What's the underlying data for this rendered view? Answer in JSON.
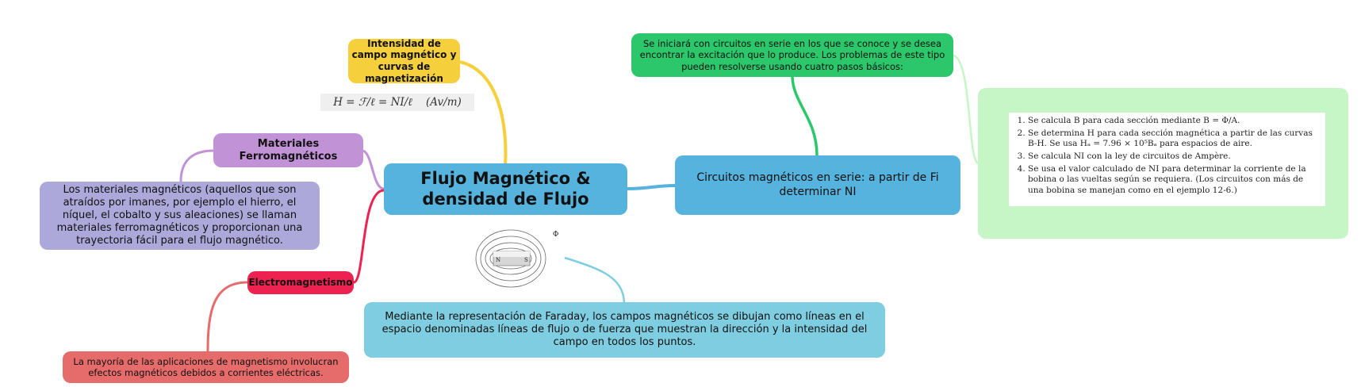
{
  "central": {
    "title": "Flujo Magnético & densidad de Flujo"
  },
  "intensidad": {
    "label": "Intensidad de campo magnético y curvas de magnetización",
    "formula": "H = ℱ/ℓ = NI/ℓ    (Av/m)"
  },
  "materiales": {
    "label": "Materiales Ferromagnéticos",
    "description": "Los materiales magnéticos (aquellos que son atraídos por imanes, por ejemplo el hierro, el níquel, el cobalto y sus aleaciones) se llaman materiales ferromagnéticos y proporcionan una trayectoria fácil para el flujo magnético."
  },
  "electromagnetismo": {
    "label": "Electromagnetismo",
    "description": "La mayoría de las aplicaciones de magnetismo involucran efectos magnéticos debidos a corrientes eléctricas."
  },
  "faraday": {
    "description": "Mediante la representación de Faraday, los campos magnéticos se dibujan como líneas en el espacio denominadas líneas de flujo o de fuerza que muestran la dirección y la intensidad del campo en todos los puntos.",
    "figure": {
      "flux_symbol": "Φ",
      "north": "N",
      "south": "S"
    }
  },
  "circuitos": {
    "label": "Circuitos magnéticos en serie: a partir de Fi determinar NI",
    "description": "Se iniciará con circuitos en serie en los que se conoce y se desea encontrar la excitación que lo produce. Los problemas de este tipo pueden resolverse usando cuatro pasos básicos:",
    "steps": [
      "Se calcula B para cada sección mediante B = Φ/A.",
      "Se determina H para cada sección magnética a partir de las curvas B-H. Se usa Hₐ = 7.96 × 10⁵Bₐ para espacios de aire.",
      "Se calcula NI con la ley de circuitos de Ampère.",
      "Se usa el valor calculado de NI para determinar la corriente de la bobina o las vueltas según se requiera. (Los circuitos con más de una bobina se manejan como en el ejemplo 12-6.)"
    ]
  },
  "colors": {
    "central": "#56b3dd",
    "intensidad": "#f5cf3c",
    "materiales": "#c292d6",
    "materiales_desc": "#ada8da",
    "electro": "#ed2250",
    "electro_desc": "#e66b6b",
    "faraday": "#7fcde0",
    "serie_desc": "#2cc66b",
    "pasos_box": "#c6f5c6"
  }
}
